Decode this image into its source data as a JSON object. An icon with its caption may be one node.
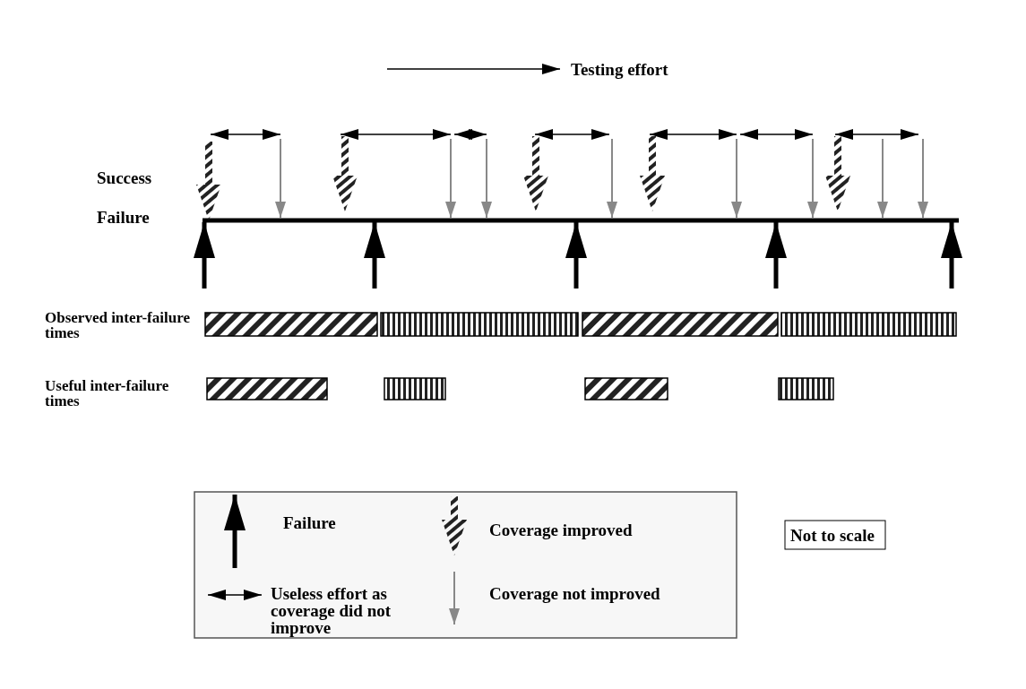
{
  "diagram": {
    "labels": [
      "Testing effort",
      "Success",
      "Failure",
      "Observed inter-failure times",
      "Useful inter-failure times",
      "Not to scale"
    ],
    "legend": [
      {
        "text": "Failure"
      },
      {
        "text": "Coverage improved"
      },
      {
        "text": "Useless effort as coverage did not improve"
      },
      {
        "text": "Coverage not improved"
      }
    ]
  }
}
